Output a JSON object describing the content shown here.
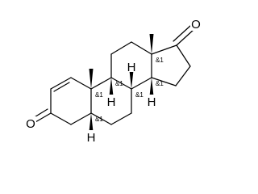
{
  "structure": {
    "atoms": {
      "o_keto_d": "O",
      "o_keto_a": "O"
    },
    "stereo_labels": {
      "c13": "&1",
      "c10": "&1",
      "c9": "&1",
      "c8": "&1",
      "c14": "&1",
      "c5": "&1"
    },
    "hydrogens": {
      "h9": "H",
      "h8": "H",
      "h14": "H",
      "h5": "H"
    }
  }
}
